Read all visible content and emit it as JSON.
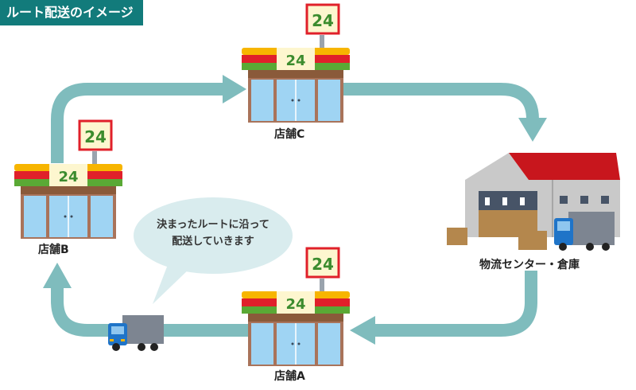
{
  "title": "ルート配送のイメージ",
  "colors": {
    "title_bg": "#127b7b",
    "route_arrow": "#7fbcbd",
    "bubble": "#d9ecee",
    "sign_red": "#e0202a",
    "sign_yellow": "#f7b500",
    "sign_green": "#5aa935",
    "roof_red": "#c8161d",
    "truck_blue": "#1f74c8"
  },
  "nodes": {
    "store_c": {
      "label": "店舗C",
      "sign_text": "24"
    },
    "store_b": {
      "label": "店舗B",
      "sign_text": "24"
    },
    "store_a": {
      "label": "店舗A",
      "sign_text": "24"
    },
    "warehouse": {
      "label": "物流センター・倉庫"
    }
  },
  "route_order": [
    "物流センター・倉庫",
    "店舗A",
    "店舗B",
    "店舗C",
    "物流センター・倉庫"
  ],
  "speech_bubble": {
    "line1": "決まったルートに沿って",
    "line2": "配送していきます"
  }
}
